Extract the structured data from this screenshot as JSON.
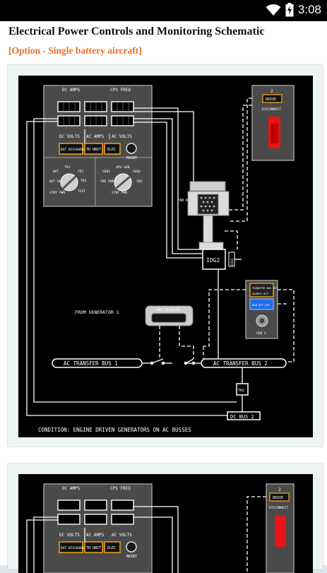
{
  "status_bar": {
    "time": "3:08",
    "icons": [
      "wifi-icon",
      "battery-charging-icon"
    ]
  },
  "page": {
    "title": "Electrical Power Controls and Monitoring Schematic",
    "subtitle": "[Option - Single battery aircraft]"
  },
  "panel": {
    "dc_amps": "DC AMPS",
    "cps_freq": "CPS FREQ",
    "dc_volts": "DC VOLTS",
    "ac_amps": "AC AMPS",
    "ac_volts": "AC VOLTS",
    "btn_bat_discharge": "BAT DISCHARGE",
    "btn_tr_unit": "TR UNIT",
    "btn_elec": "ELEC",
    "maint": "MAINT",
    "left_knob": {
      "top": "TR1",
      "right_top": "TR2",
      "left_top": "BAT",
      "left_mid": "BAT BUS",
      "right_mid": "TR3",
      "left_bottom": "STBY PWR",
      "right_bottom": "TEST"
    },
    "right_knob": {
      "top": "APU GEN",
      "left_top": "GEN1",
      "right_top": "GEN2",
      "left_mid": "GRD PWR",
      "right_mid": "INV",
      "bottom": "STBY PWR"
    }
  },
  "drive_panel": {
    "number": "2",
    "drive": "DRIVE",
    "disconnect": "DISCONNECT"
  },
  "diagram": {
    "fan_air": "FAN AIR",
    "idg": "IDG2",
    "idg_side": "DISC",
    "bus_transfer": "BUS TRANSFER",
    "from_generator": "FROM GENERATOR 1",
    "ac_transfer_bus_1": "AC TRANSFER BUS 1",
    "ac_transfer_bus_2": "AC TRANSFER BUS 2",
    "tr": "TR2",
    "dc_bus_2": "DC BUS 2",
    "condition": "CONDITION: ENGINE DRIVEN GENERATORS ON AC BUSSES"
  },
  "gen_panel": {
    "transfer_bus_off": "TRANSFER BUS OFF",
    "source_off": "SOURCE OFF",
    "gen_off_bus": "GEN OFF BUS",
    "gen": "GEN 2"
  }
}
